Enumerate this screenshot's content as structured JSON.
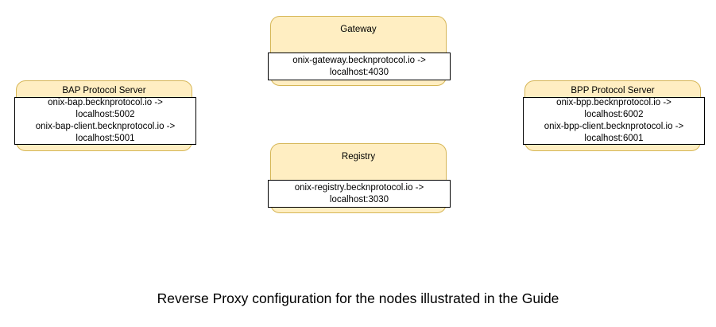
{
  "diagram": {
    "caption": "Reverse Proxy configuration for the nodes illustrated in the Guide",
    "colors": {
      "node_fill": "#ffeec2",
      "node_border": "#d6b656",
      "map_box_fill": "#ffffff",
      "map_box_border": "#000000",
      "text": "#000000",
      "background": "#ffffff"
    },
    "nodes": [
      {
        "id": "gateway",
        "title": "Gateway",
        "mappings": [
          {
            "source": "onix-gateway.becknprotocol.io ->",
            "target": "localhost:4030"
          }
        ]
      },
      {
        "id": "registry",
        "title": "Registry",
        "mappings": [
          {
            "source": "onix-registry.becknprotocol.io ->",
            "target": "localhost:3030"
          }
        ]
      },
      {
        "id": "bap",
        "title": "BAP Protocol Server",
        "mappings": [
          {
            "source": "onix-bap.becknprotocol.io ->",
            "target": "localhost:5002"
          },
          {
            "source": "onix-bap-client.becknprotocol.io ->",
            "target": "localhost:5001"
          }
        ]
      },
      {
        "id": "bpp",
        "title": "BPP Protocol Server",
        "mappings": [
          {
            "source": "onix-bpp.becknprotocol.io ->",
            "target": "localhost:6002"
          },
          {
            "source": "onix-bpp-client.becknprotocol.io ->",
            "target": "localhost:6001"
          }
        ]
      }
    ]
  }
}
